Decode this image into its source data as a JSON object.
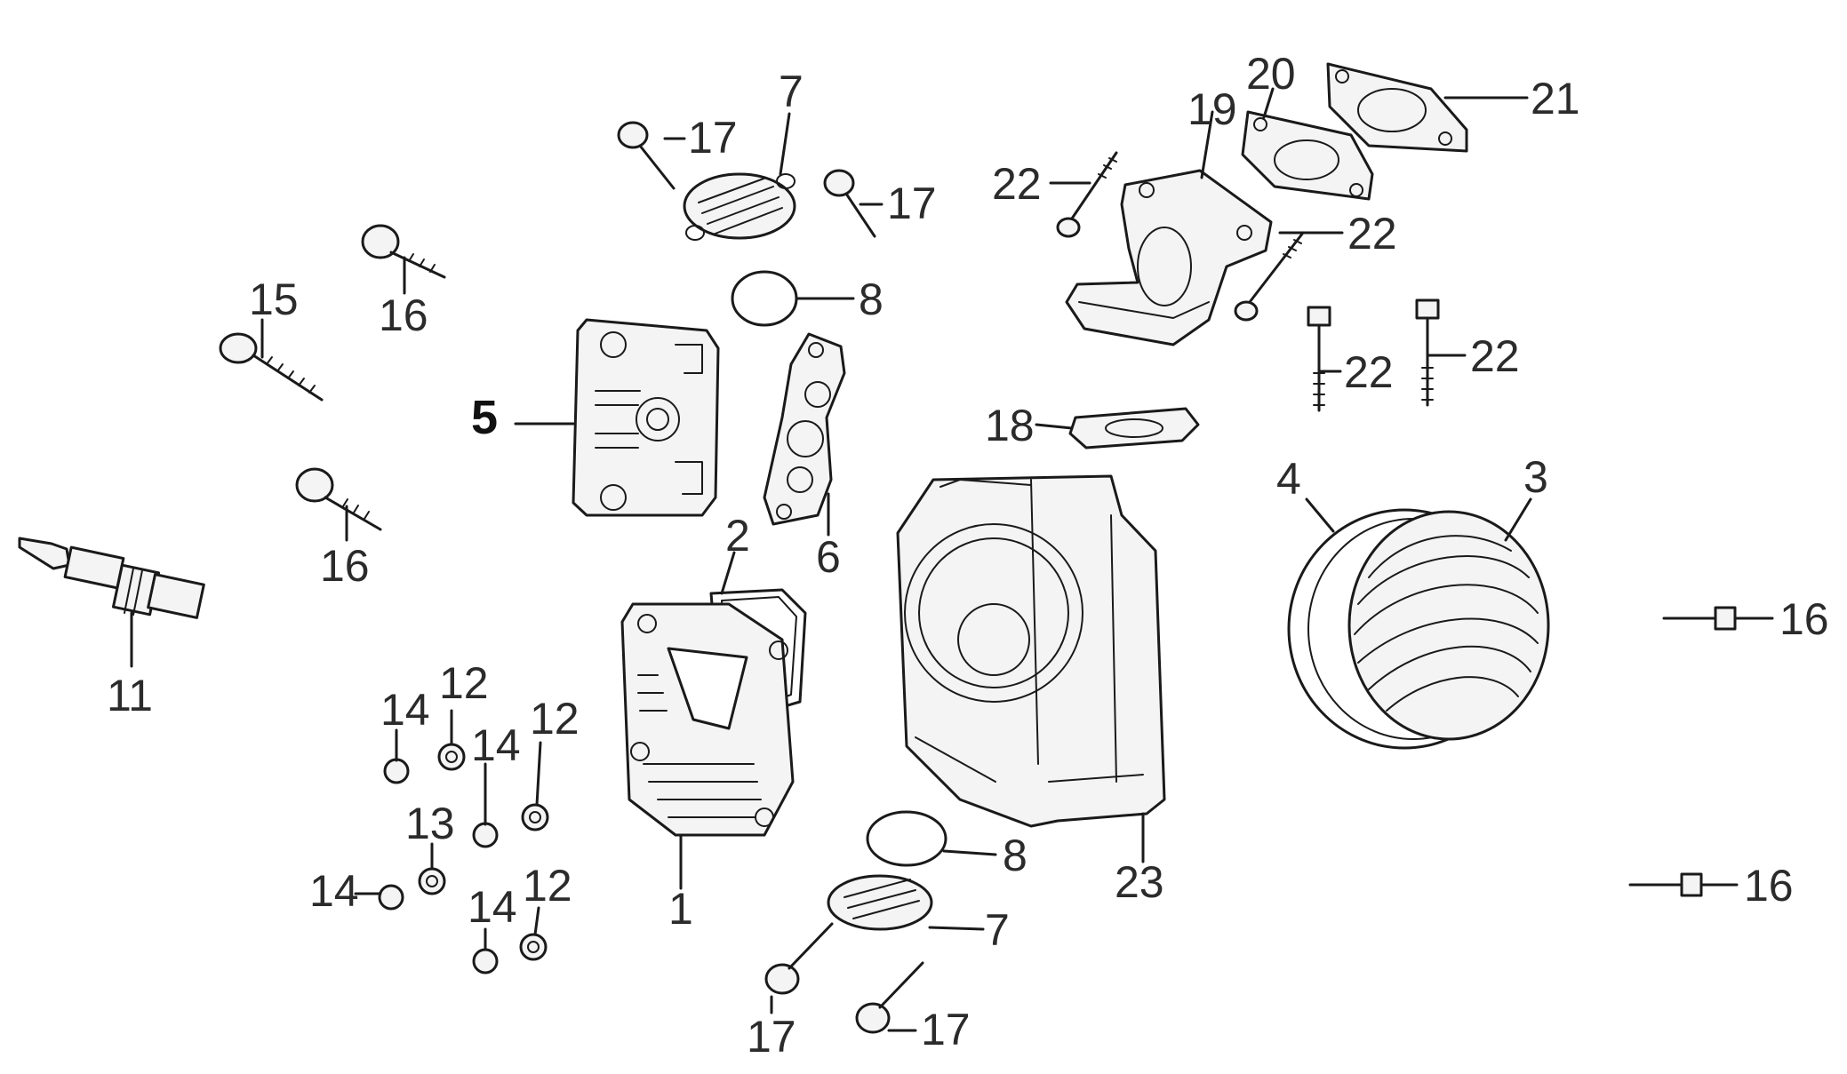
{
  "labels": {
    "p1": "1",
    "p2": "2",
    "p3": "3",
    "p4": "4",
    "p5": "5",
    "p6": "6",
    "p7a": "7",
    "p7b": "7",
    "p8a": "8",
    "p8b": "8",
    "p11": "11",
    "p12a": "12",
    "p12b": "12",
    "p12c": "12",
    "p13": "13",
    "p14a": "14",
    "p14b": "14",
    "p14c": "14",
    "p14d": "14",
    "p15": "15",
    "p16a": "16",
    "p16b": "16",
    "p16c": "16",
    "p16d": "16",
    "p17a": "17",
    "p17b": "17",
    "p17c": "17",
    "p17d": "17",
    "p18": "18",
    "p19": "19",
    "p20": "20",
    "p21": "21",
    "p22a": "22",
    "p22b": "22",
    "p22c": "22",
    "p22d": "22",
    "p23": "23"
  },
  "colors": {
    "line": "#1a1a1a",
    "label": "#2b2b2b",
    "background": "#ffffff"
  }
}
